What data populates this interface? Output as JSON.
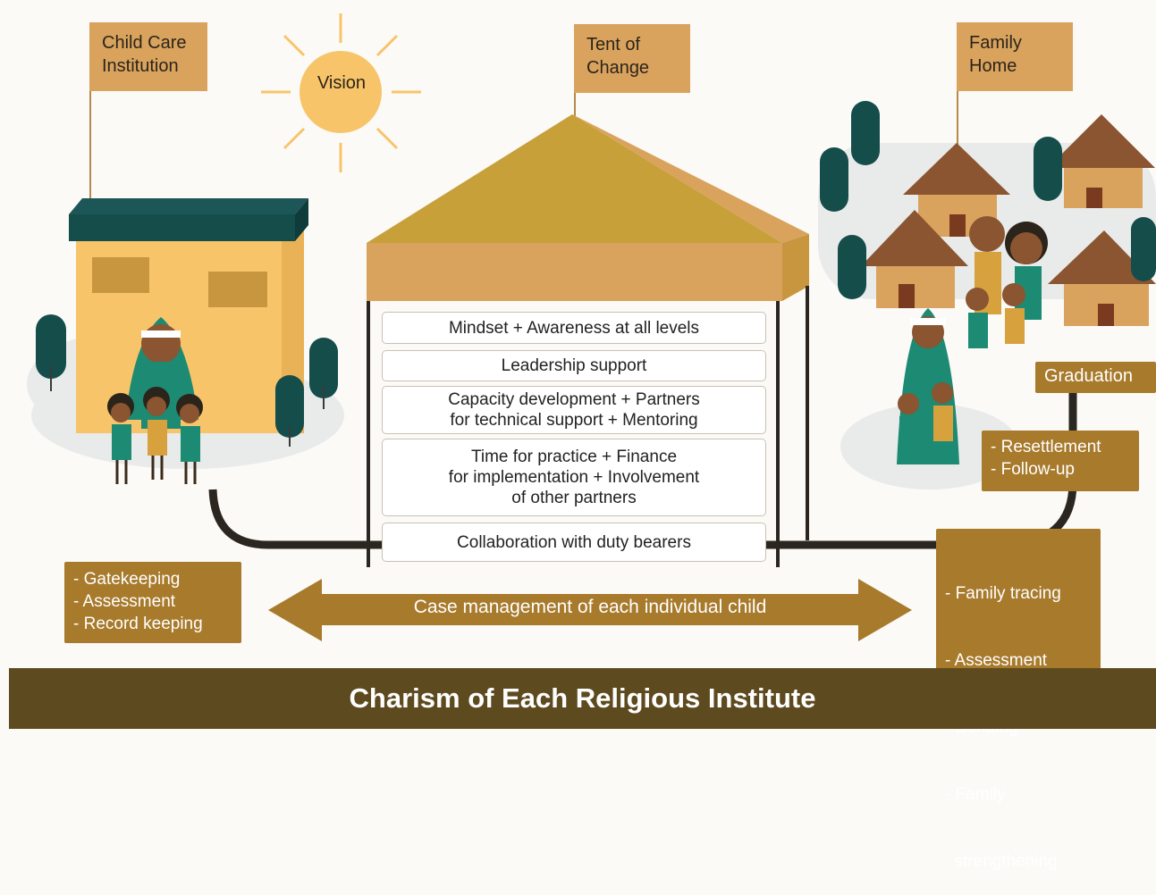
{
  "flags": {
    "institution": [
      "Child Care",
      "Institution"
    ],
    "tent": [
      "Tent of",
      "Change"
    ],
    "home": [
      "Family",
      "Home"
    ]
  },
  "vision": "Vision",
  "tent_boxes": [
    [
      "Mindset + Awareness at all levels"
    ],
    [
      "Leadership support"
    ],
    [
      "Capacity development + Partners",
      "for technical support + Mentoring"
    ],
    [
      "Time for practice + Finance",
      "for implementation + Involvement",
      "of other partners"
    ],
    [
      "Collaboration with duty bearers"
    ]
  ],
  "steps": {
    "left": [
      "- Gatekeeping",
      "- Assessment",
      "- Record keeping"
    ],
    "graduation": "Graduation",
    "resettlement": [
      "- Resettlement",
      "- Follow-up"
    ],
    "tracing": [
      "- Family tracing",
      "- Assessment",
      "- Bonding",
      "- Family",
      "  strengthening"
    ]
  },
  "arrow_label": "Case management of each individual child",
  "footer": "Charism of Each Religious Institute",
  "colors": {
    "flag": "#d9a35e",
    "step": "#a87a2c",
    "footer": "#5e4a1f",
    "tent_roof": "#c8a03a",
    "tree": "#154d4b",
    "building": "#f8c46a",
    "sun": "#f8c46a"
  }
}
